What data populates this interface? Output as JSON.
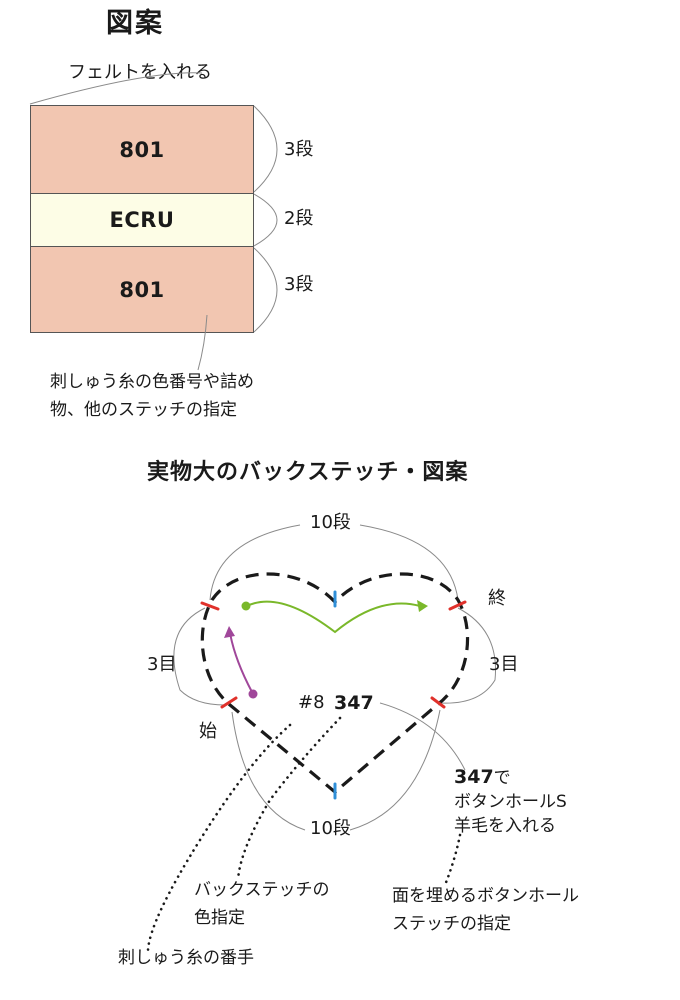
{
  "title": "図案",
  "felt_label": "フェルトを入れる",
  "bands": [
    {
      "label": "801",
      "rows": "3段",
      "color": "#f2c6b1"
    },
    {
      "label": "ECRU",
      "rows": "2段",
      "color": "#fdfde6"
    },
    {
      "label": "801",
      "rows": "3段",
      "color": "#f2c6b1"
    }
  ],
  "note1": "刺しゅう糸の色番号や詰め物、他のステッチの指定",
  "heart_title": "実物大のバックステッチ・図案",
  "heart": {
    "top_rows": "10段",
    "bottom_rows": "10段",
    "left_eyes": "3目",
    "right_eyes": "3目",
    "end_label": "終",
    "start_label": "始",
    "thread_number": "#8",
    "color_code": "347",
    "fill_code": "347",
    "fill_suffix": "で",
    "fill_line2": "ボタンホールS",
    "fill_line3": "羊毛を入れる",
    "backstitch_color_note": "バックステッチの色指定",
    "fill_note": "面を埋めるボタンホールステッチの指定",
    "thread_note": "刺しゅう糸の番手"
  },
  "colors": {
    "band_dark": "#f2c6b1",
    "band_light": "#fdfde6",
    "green_arrow": "#7ab82a",
    "purple_arrow": "#a0479a",
    "red_mark": "#e0312b",
    "blue_mark": "#2f8fd8"
  }
}
